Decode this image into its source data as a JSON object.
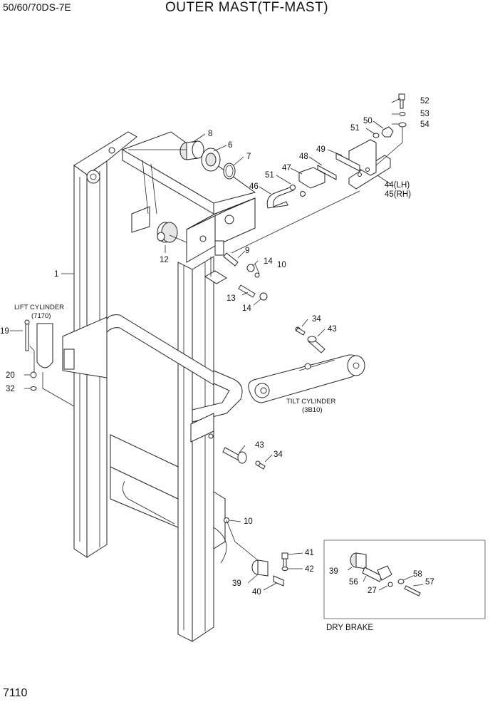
{
  "header": {
    "model": "50/60/70DS-7E",
    "title": "OUTER MAST(TF-MAST)"
  },
  "page_number": "7110",
  "callouts": {
    "c1": "1",
    "c6": "6",
    "c7": "7",
    "c8": "8",
    "c9": "9",
    "c10a": "10",
    "c10b": "10",
    "c12": "12",
    "c13": "13",
    "c14a": "14",
    "c14b": "14",
    "c19": "19",
    "c20": "20",
    "c32": "32",
    "c34a": "34",
    "c34b": "34",
    "c43a": "43",
    "c43b": "43",
    "c39a": "39",
    "c39b": "39",
    "c40": "40",
    "c41": "41",
    "c42": "42",
    "c44": "44(LH)",
    "c45": "45(RH)",
    "c46": "46",
    "c47": "47",
    "c48": "48",
    "c49": "49",
    "c50": "50",
    "c51a": "51",
    "c51b": "51",
    "c52": "52",
    "c53": "53",
    "c54": "54",
    "c56": "56",
    "c27": "27",
    "c57": "57",
    "c58": "58"
  },
  "labels": {
    "lift_cylinder": "LIFT CYLINDER",
    "lift_cylinder_ref": "(7170)",
    "tilt_cylinder": "TILT CYLINDER",
    "tilt_cylinder_ref": "(3B10)",
    "dry_brake": "DRY BRAKE"
  }
}
